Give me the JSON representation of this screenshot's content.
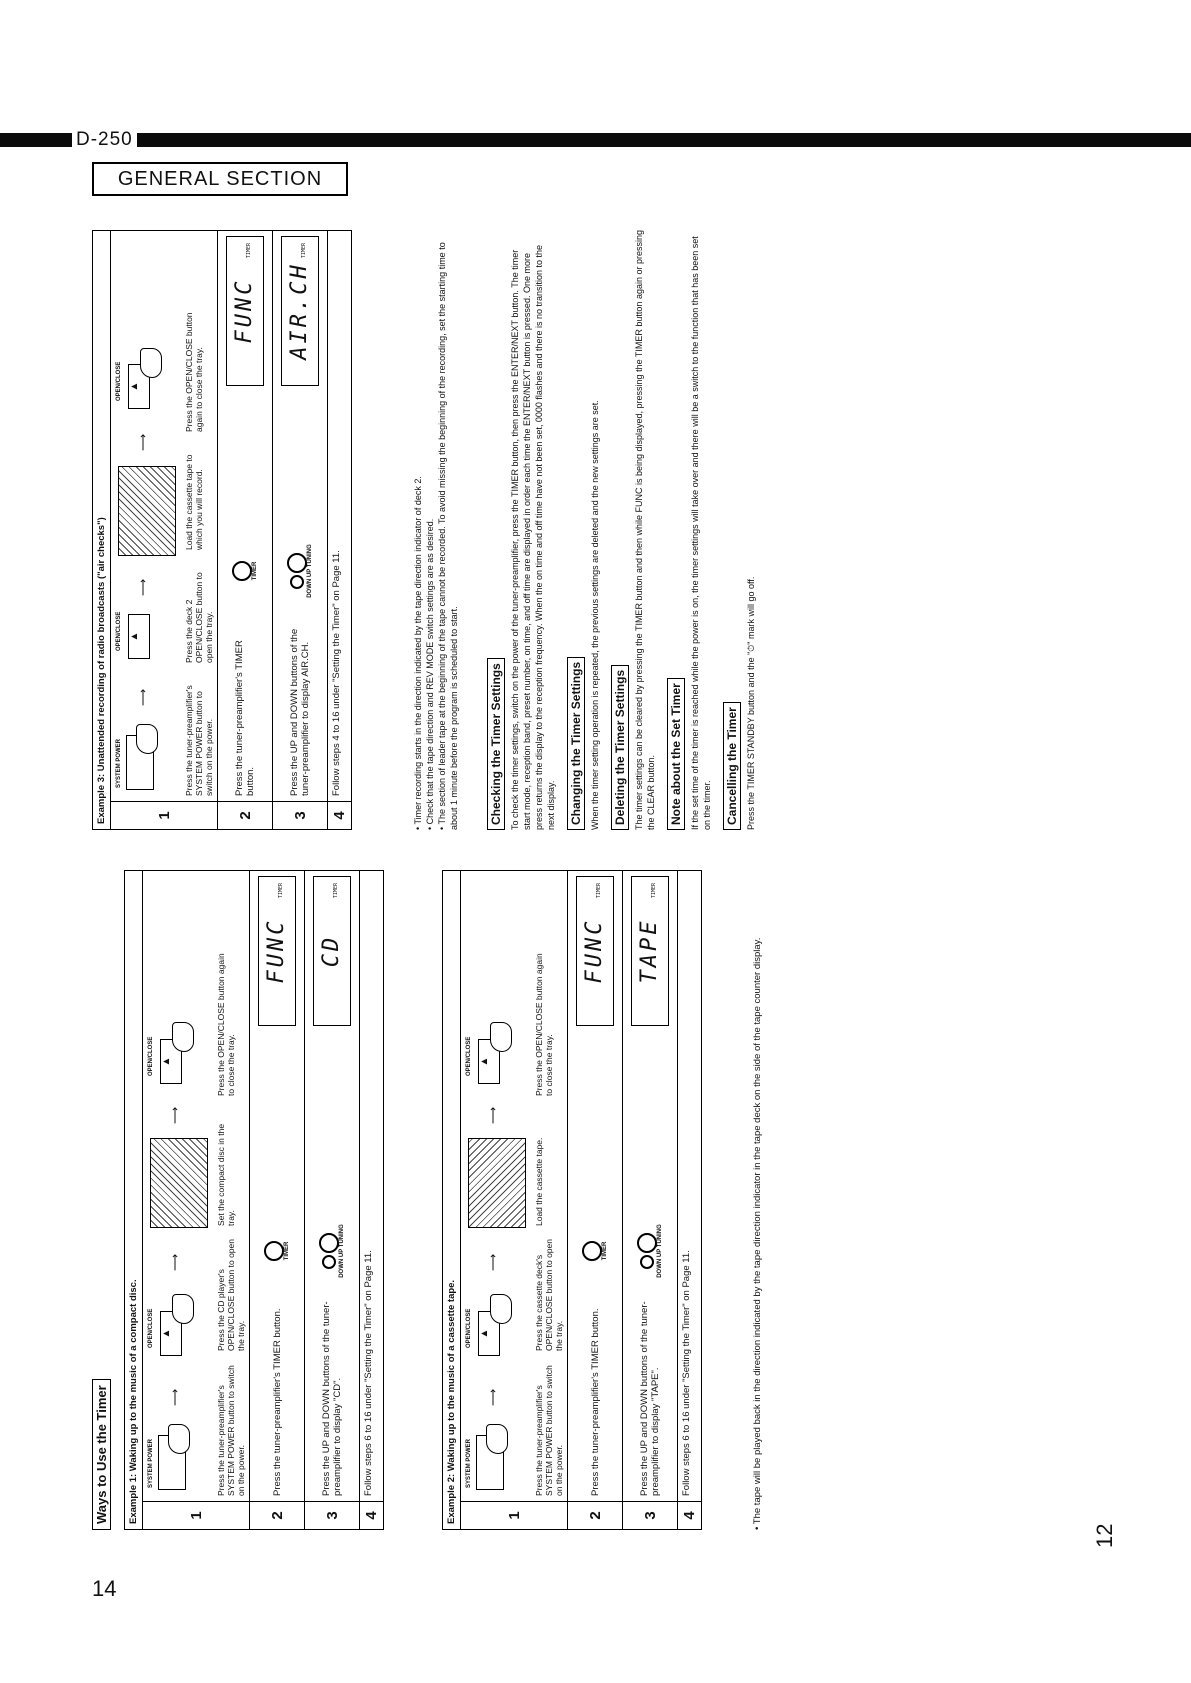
{
  "header": {
    "model": "D-250",
    "section": "GENERAL SECTION"
  },
  "page_numbers": {
    "left": "14",
    "right": "12"
  },
  "ways": {
    "title": "Ways to Use the Timer",
    "example1": {
      "heading": "Example 1: Waking up to the music of a compact disc.",
      "step1_captions": [
        "Press the tuner-preamplifier's SYSTEM POWER button to switch on the power.",
        "Press the CD player's OPEN/CLOSE button to open the tray.",
        "Set the compact disc in the tray.",
        "Press the OPEN/CLOSE button again to close the tray."
      ],
      "step2": "Press the tuner-preamplifier's TIMER button.",
      "step3": "Press the UP and DOWN buttons of the tuner-preamplifier to display \"CD\".",
      "step4": "Follow steps 6 to 16 under \"Setting the Timer\" on Page 11.",
      "lcd2": "FUNC",
      "lcd3": "CD"
    },
    "example2": {
      "heading": "Example 2: Waking up to the music of a cassette tape.",
      "step1_captions": [
        "Press the tuner-preamplifier's SYSTEM POWER button to switch on the power.",
        "Press the cassette deck's OPEN/CLOSE button to open the tray.",
        "Load the cassette tape.",
        "Press the OPEN/CLOSE button again to close the tray."
      ],
      "step2": "Press the tuner-preamplifier's TIMER button.",
      "step3": "Press the UP and DOWN buttons of the tuner-preamplifier to display \"TAPE\".",
      "step4": "Follow steps 6 to 16 under \"Setting the Timer\" on Page 11.",
      "lcd2": "FUNC",
      "lcd3": "TAPE"
    },
    "footnote": "• The tape will be played back in the direction indicated by the tape direction indicator in the tape deck on the side of the tape counter display."
  },
  "example3": {
    "heading": "Example 3: Unattended recording of radio broadcasts (\"air checks\")",
    "step1_captions": [
      "Press the tuner-preamplifier's SYSTEM POWER button to switch on the power.",
      "Press the deck 2 OPEN/CLOSE button to open the tray.",
      "Load the cassette tape to which you will record.",
      "Press the OPEN/CLOSE button again to close the tray."
    ],
    "step2": "Press the tuner-preamplifier's TIMER button.",
    "step3": "Press the UP and DOWN buttons of the tuner-preamplifier to display AIR.CH.",
    "step4": "Follow steps 4 to 16 under \"Setting the Timer\" on Page 11.",
    "lcd2": "FUNC",
    "lcd3": "AIR.CH",
    "notes": [
      "• Timer recording starts in the direction indicated by the tape direction indicator of deck 2.",
      "• Check that the tape direction and REV MODE switch settings are as desired.",
      "• The section of leader tape at the beginning of the tape cannot be recorded. To avoid missing the beginning of the recording, set the starting time to about 1 minute before the program is scheduled to start."
    ]
  },
  "labels": {
    "system_power": "SYSTEM POWER",
    "open_close": "OPEN/CLOSE",
    "timer": "TIMER",
    "down": "DOWN",
    "up": "UP",
    "tuning": "TUNING"
  },
  "sections": [
    {
      "title": "Checking the Timer Settings",
      "text": "To check the timer settings, switch on the power of the tuner-preamplifier, press the TIMER button, then press the ENTER/NEXT button. The timer start mode, reception band, preset number, on time, and off time are displayed in order each time the ENTER/NEXT button is pressed. One more press returns the display to the reception frequency. When the on time and off time have not been set, 0000 flashes and there is no transition to the next display."
    },
    {
      "title": "Changing the Timer Settings",
      "text": "When the timer setting operation is repeated, the previous settings are deleted and the new settings are set."
    },
    {
      "title": "Deleting the Timer Settings",
      "text": "The timer settings can be cleared by pressing the TIMER button and then while FUNC is being displayed, pressing the TIMER button again or pressing the CLEAR button."
    },
    {
      "title": "Note about the Set Timer",
      "text": "If the set time of the timer is reached while the power is on, the timer settings will take over and there will be a switch to the function that has been set on the timer."
    },
    {
      "title": "Cancelling the Timer",
      "text": "Press the TIMER STANDBY button and the \"⏱\" mark will go off."
    }
  ]
}
